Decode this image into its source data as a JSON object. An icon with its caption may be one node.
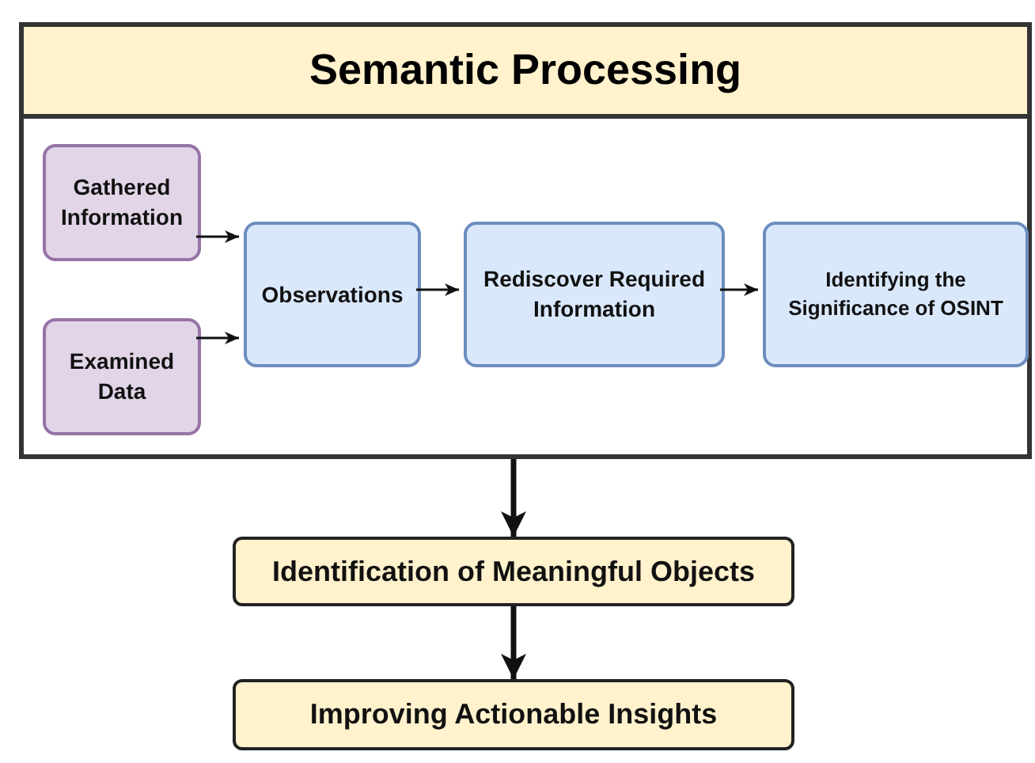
{
  "diagram": {
    "nodes": [
      {
        "text": [
          "Semantic Processing"
        ]
      },
      {
        "text": [
          "Gathered Information"
        ],
        "in": 0
      },
      {
        "text": [
          "Examined Data"
        ],
        "in": 0
      },
      {
        "text": [
          "Observations"
        ],
        "in": 0
      },
      {
        "text": [
          "Rediscover Required Information"
        ],
        "in": 0
      },
      {
        "text": [
          "Identifying the Significance of OSINT"
        ],
        "in": 0
      },
      {
        "text": [
          "Identification of Meaningful Objects"
        ]
      },
      {
        "text": [
          "Improving Actionable Insights"
        ]
      }
    ],
    "edges": [
      {
        "from": 1,
        "to": 3,
        "arrow": "to"
      },
      {
        "from": 2,
        "to": 3,
        "arrow": "to"
      },
      {
        "from": 3,
        "to": 4,
        "arrow": "to"
      },
      {
        "from": 4,
        "to": 5,
        "arrow": "to"
      },
      {
        "from": 0,
        "to": 6,
        "arrow": "to",
        "style": "thick"
      },
      {
        "from": 6,
        "to": 7,
        "arrow": "to",
        "style": "thick"
      }
    ]
  }
}
